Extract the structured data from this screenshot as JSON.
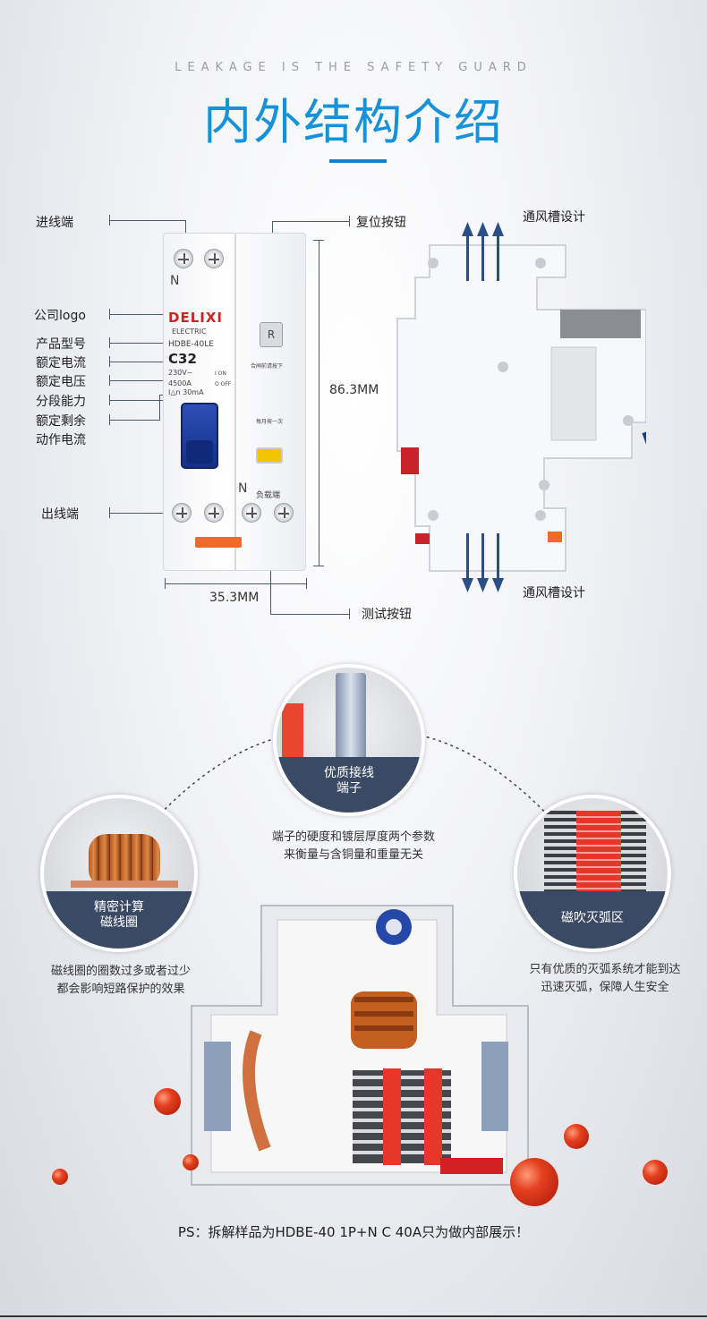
{
  "header": {
    "subtitle": "LEAKAGE IS THE SAFETY GUARD",
    "title": "内外结构介绍"
  },
  "front_labels": {
    "inlet": "进线端",
    "company_logo": "公司logo",
    "model": "产品型号",
    "rated_current": "额定电流",
    "rated_voltage": "额定电压",
    "breaking_capacity": "分段能力",
    "residual_current_line1": "额定剩余",
    "residual_current_line2": "动作电流",
    "outlet": "出线端",
    "reset_button": "复位按钮",
    "test_button": "测试按钮",
    "height_dim": "86.3MM",
    "width_dim": "35.3MM"
  },
  "breaker_face": {
    "n_top": "N",
    "logo": "DELIXI",
    "electric": "ELECTRIC",
    "model": "HDBE-40LE",
    "rating": "C32",
    "voltage": "230V~",
    "capacity": "4500A",
    "residual": "I△n 30mA",
    "on": "I ON",
    "off": "O OFF",
    "reset_letter": "R",
    "reset_note": "合闸前请按下",
    "test_note": "每月按一次",
    "n_bottom": "N",
    "load": "负载端"
  },
  "side_labels": {
    "vent_top": "通风槽设计",
    "vent_bottom": "通风槽设计"
  },
  "details": {
    "terminal": {
      "caption_line1": "优质接线",
      "caption_line2": "端子",
      "desc_line1": "端子的硬度和镀层厚度两个参数",
      "desc_line2": "来衡量与含铜量和重量无关"
    },
    "coil": {
      "caption_line1": "精密计算",
      "caption_line2": "磁线圈",
      "desc_line1": "磁线圈的圈数过多或者过少",
      "desc_line2": "都会影响短路保护的效果"
    },
    "arc": {
      "caption": "磁吹灭弧区",
      "desc_line1": "只有优质的灭弧系统才能到达",
      "desc_line2": "迅速灭弧，保障人生安全"
    }
  },
  "footer": {
    "note": "PS：拆解样品为HDBE-40 1P+N C 40A只为做内部展示！"
  }
}
